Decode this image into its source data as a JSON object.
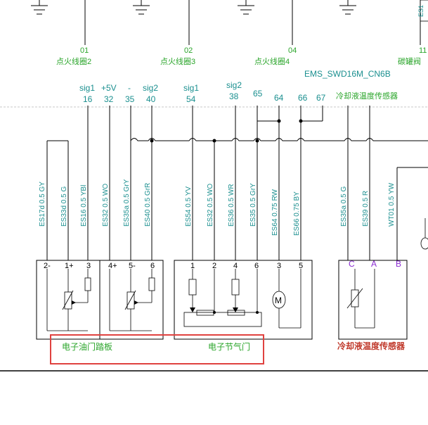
{
  "connector_name": "EMS_SWD16M_CN6B",
  "pins_top": [
    {
      "id": "01",
      "signal": "点火线圈2"
    },
    {
      "id": "02",
      "signal": "点火线圈3"
    },
    {
      "id": "04",
      "signal": "点火线圈4"
    },
    {
      "id": "11",
      "signal": "碳罐阀"
    }
  ],
  "ecu_pins": [
    {
      "sig": "sig1",
      "num": "16"
    },
    {
      "sig": "+5V",
      "num": "32"
    },
    {
      "sig": "-",
      "num": "35"
    },
    {
      "sig": "sig2",
      "num": "40"
    },
    {
      "sig": "sig1",
      "num": "54"
    },
    {
      "sig": "sig2",
      "num": "38"
    },
    {
      "sig": "",
      "num": "65"
    },
    {
      "sig": "",
      "num": "64"
    },
    {
      "sig": "",
      "num": "66"
    },
    {
      "sig": "",
      "num": "67"
    }
  ],
  "coolant_label_top": "冷却液温度传感器",
  "wires": [
    "ES17d 0.5 GY",
    "ES33d 0.5 G",
    "ES16 0.5 YBl",
    "ES32 0.5 WO",
    "ES35a 0.5 GrY",
    "ES40 0.5 GrR",
    "ES54 0.5 YV",
    "ES32 0.5 WO",
    "ES36 0.5 WR",
    "ES35 0.5 GrY",
    "ES64 0.75 RW",
    "ES66 0.75 BY",
    "ES35a 0.5 G",
    "ES39 0.5 R",
    "WT01 0.5 YW"
  ],
  "pedal_pins": [
    "2-",
    "1+",
    "3",
    "4+",
    "5-",
    "6"
  ],
  "throttle_pins": [
    "1",
    "2",
    "4",
    "6",
    "3",
    "5"
  ],
  "coolant_pins": [
    "C",
    "A",
    "B"
  ],
  "components": {
    "pedal": "电子油门踏板",
    "throttle": "电子节气门",
    "coolant": "冷却液温度传感器"
  },
  "motor_symbol": "M",
  "corner_top": "ES1",
  "highlight_color": "#e0423f"
}
